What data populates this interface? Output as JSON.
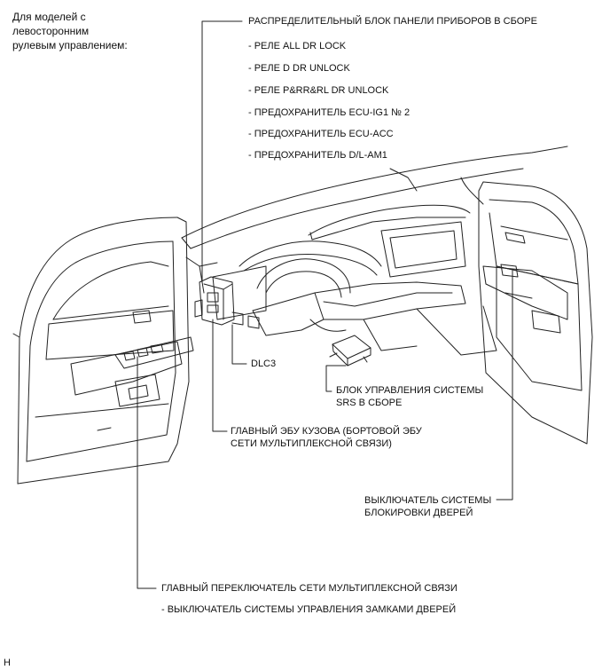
{
  "note": {
    "line1": "Для моделей с левосторонним",
    "line2": "рулевым управлением:"
  },
  "labels": {
    "junction_block": {
      "title": "РАСПРЕДЕЛИТЕЛЬНЫЙ БЛОК ПАНЕЛИ ПРИБОРОВ В СБОРЕ",
      "items": [
        "- РЕЛЕ ALL DR LOCK",
        "- РЕЛЕ D DR UNLOCK",
        "- РЕЛЕ P&RR&RL DR UNLOCK",
        "- ПРЕДОХРАНИТЕЛЬ ECU-IG1 № 2",
        "- ПРЕДОХРАНИТЕЛЬ ECU-ACC",
        "- ПРЕДОХРАНИТЕЛЬ D/L-AM1"
      ]
    },
    "dlc3": "DLC3",
    "srs": {
      "line1": "БЛОК УПРАВЛЕНИЯ СИСТЕМЫ",
      "line2": "SRS В СБОРЕ"
    },
    "body_ecu": {
      "line1": "ГЛАВНЫЙ ЭБУ КУЗОВА (БОРТОВОЙ ЭБУ",
      "line2": "СЕТИ МУЛЬТИПЛЕКСНОЙ СВЯЗИ)"
    },
    "door_lock_switch": {
      "line1": "ВЫКЛЮЧАТЕЛЬ СИСТЕМЫ",
      "line2": "БЛОКИРОВКИ ДВЕРЕЙ"
    },
    "multiplex_switch": {
      "title": "ГЛАВНЫЙ ПЕРЕКЛЮЧАТЕЛЬ СЕТИ МУЛЬТИПЛЕКСНОЙ СВЯЗИ",
      "item": "- ВЫКЛЮЧАТЕЛЬ СИСТЕМЫ УПРАВЛЕНИЯ ЗАМКАМИ ДВЕРЕЙ"
    }
  },
  "corner_mark": "H",
  "colors": {
    "line": "#222222",
    "background": "#ffffff"
  }
}
